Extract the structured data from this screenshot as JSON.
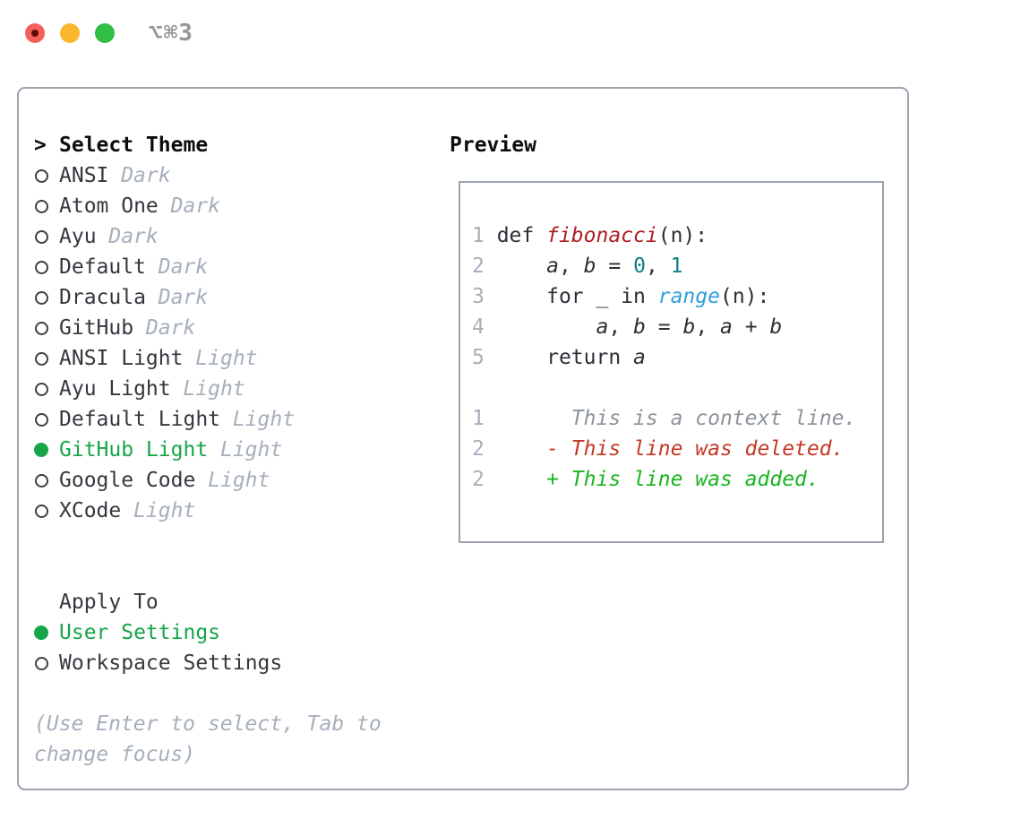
{
  "window": {
    "shortcut_label": "⌥⌘3",
    "controls": {
      "close": "close-button",
      "minimize": "minimize-button",
      "zoom": "zoom-button"
    }
  },
  "colors": {
    "accent_green": "#17a549",
    "muted": "#a6afbb",
    "text_dark": "#33383e",
    "heading": "#0d0d0d",
    "panel_border": "#9aa3ae",
    "code_default": "#2b3036",
    "fn_red": "#ae1e21",
    "num_teal": "#0e7f85",
    "call_blue": "#2f9fd9",
    "ctx_gray": "#8d939b",
    "del_red": "#c43826",
    "add_green": "#17b51e",
    "traffic_red": "#f4615b",
    "traffic_red_dot": "#5f0e07",
    "traffic_yellow": "#fbb72d",
    "traffic_green": "#30bf45",
    "titlebar_text": "#94969b"
  },
  "theme_panel": {
    "cursor": ">",
    "title": "Select Theme",
    "themes": [
      {
        "name": "ANSI",
        "variant": "Dark",
        "selected": false
      },
      {
        "name": "Atom One",
        "variant": "Dark",
        "selected": false
      },
      {
        "name": "Ayu",
        "variant": "Dark",
        "selected": false
      },
      {
        "name": "Default",
        "variant": "Dark",
        "selected": false
      },
      {
        "name": "Dracula",
        "variant": "Dark",
        "selected": false
      },
      {
        "name": "GitHub",
        "variant": "Dark",
        "selected": false
      },
      {
        "name": "ANSI Light",
        "variant": "Light",
        "selected": false
      },
      {
        "name": "Ayu Light",
        "variant": "Light",
        "selected": false
      },
      {
        "name": "Default Light",
        "variant": "Light",
        "selected": false
      },
      {
        "name": "GitHub Light",
        "variant": "Light",
        "selected": true
      },
      {
        "name": "Google Code",
        "variant": "Light",
        "selected": false
      },
      {
        "name": "XCode",
        "variant": "Light",
        "selected": false
      }
    ],
    "apply_to": {
      "title": "Apply To",
      "options": [
        {
          "name": "User Settings",
          "selected": true
        },
        {
          "name": "Workspace Settings",
          "selected": false
        }
      ]
    },
    "hint_lines": [
      "(Use Enter to select, Tab to",
      "change focus)"
    ]
  },
  "preview": {
    "title": "Preview",
    "code_lines": [
      {
        "segs": [
          {
            "t": "1"
          },
          {
            "t": " def "
          },
          {
            "t": "fibonacci"
          },
          {
            "t": "(n):"
          }
        ]
      },
      {
        "segs": [
          {
            "t": "2"
          },
          {
            "t": "     "
          },
          {
            "t": "a"
          },
          {
            "t": ", "
          },
          {
            "t": "b"
          },
          {
            "t": " = "
          },
          {
            "t": "0"
          },
          {
            "t": ", "
          },
          {
            "t": "1"
          }
        ]
      },
      {
        "segs": [
          {
            "t": "3"
          },
          {
            "t": "     for _ in "
          },
          {
            "t": "range"
          },
          {
            "t": "(n):"
          }
        ]
      },
      {
        "segs": [
          {
            "t": "4"
          },
          {
            "t": "         "
          },
          {
            "t": "a"
          },
          {
            "t": ", "
          },
          {
            "t": "b"
          },
          {
            "t": " = "
          },
          {
            "t": "b"
          },
          {
            "t": ", "
          },
          {
            "t": "a"
          },
          {
            "t": " + "
          },
          {
            "t": "b"
          }
        ]
      },
      {
        "segs": [
          {
            "t": "5"
          },
          {
            "t": "     return "
          },
          {
            "t": "a"
          }
        ]
      }
    ],
    "diff_lines": [
      {
        "num": "1",
        "gap": "       ",
        "text": "This is a context line."
      },
      {
        "num": "2",
        "gap": "     ",
        "text": "- This line was deleted."
      },
      {
        "num": "2",
        "gap": "     ",
        "text": "+ This line was added."
      }
    ]
  }
}
